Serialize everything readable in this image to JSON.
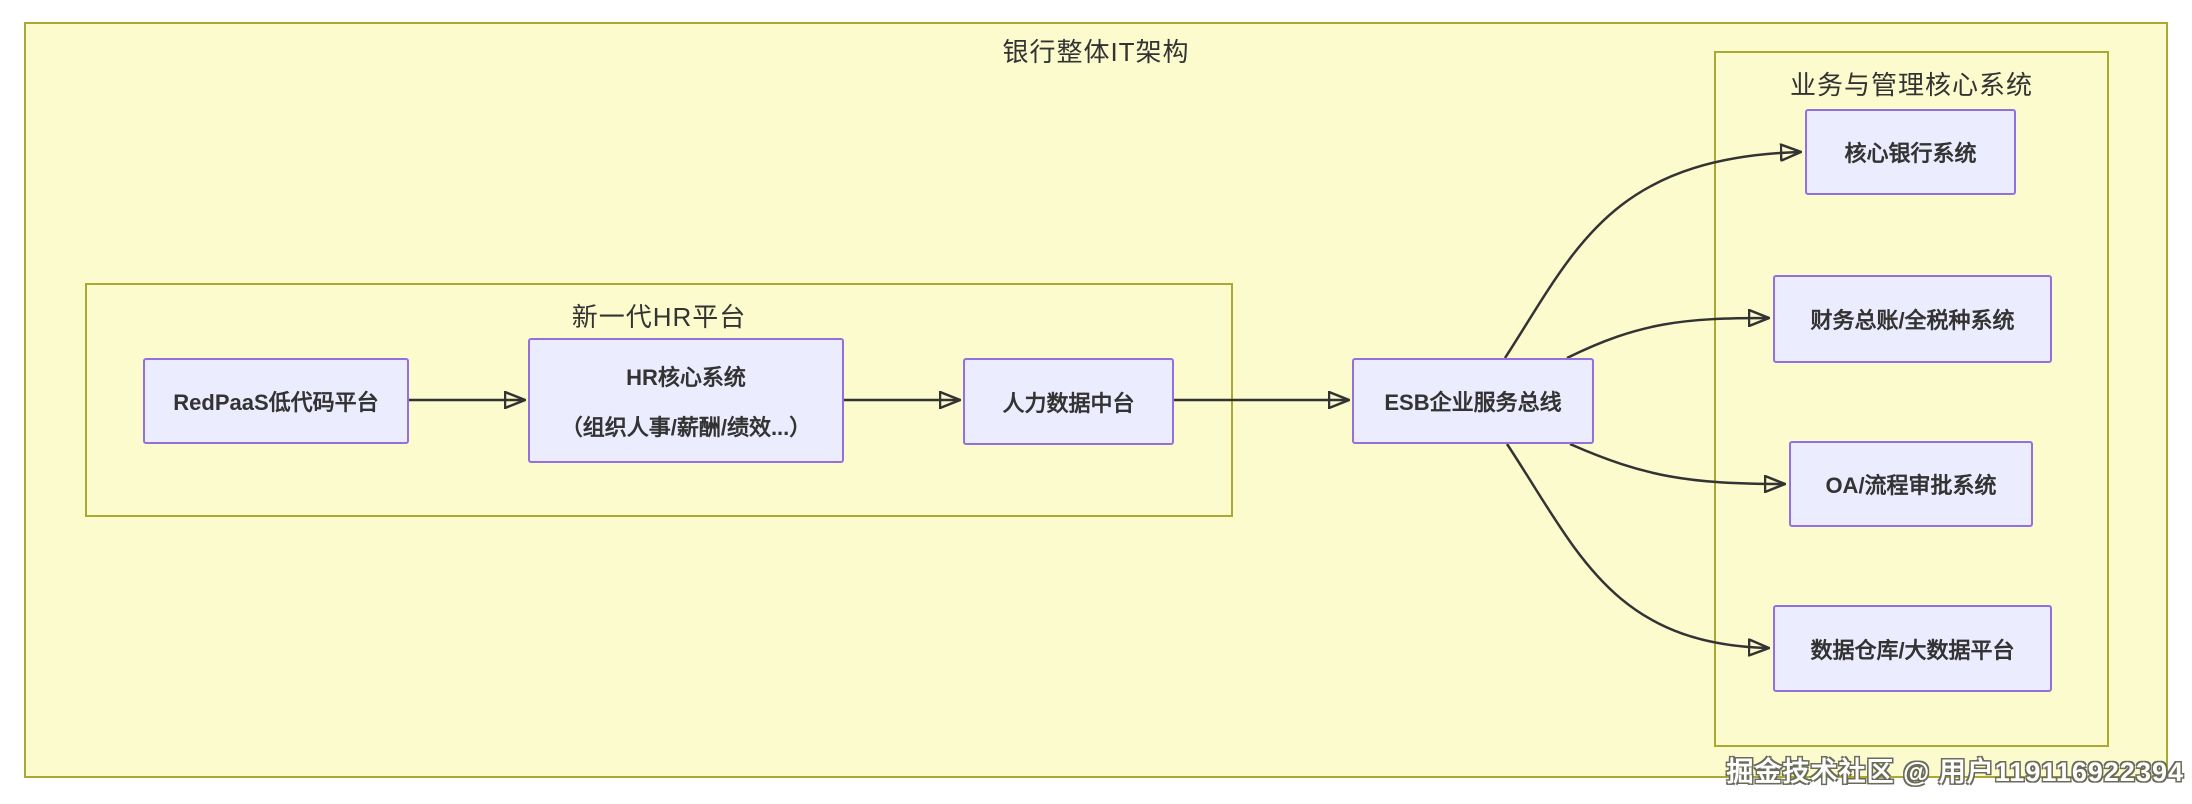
{
  "diagram": {
    "title": "银行整体IT架构",
    "groups": {
      "hr_platform": {
        "title": "新一代HR平台"
      },
      "core_systems": {
        "title": "业务与管理核心系统"
      }
    },
    "nodes": {
      "redpaas": {
        "label": "RedPaaS低代码平台"
      },
      "hr_core": {
        "line1": "HR核心系统",
        "line2": "（组织人事/薪酬/绩效...）"
      },
      "hr_data_platform": {
        "label": "人力数据中台"
      },
      "esb": {
        "label": "ESB企业服务总线"
      },
      "core_banking": {
        "label": "核心银行系统"
      },
      "finance_ledger": {
        "label": "财务总账/全税种系统"
      },
      "oa_approval": {
        "label": "OA/流程审批系统"
      },
      "data_warehouse": {
        "label": "数据仓库/大数据平台"
      }
    },
    "edges": [
      {
        "from": "RedPaaS低代码平台",
        "to": "HR核心系统（组织人事/薪酬/绩效...）"
      },
      {
        "from": "HR核心系统（组织人事/薪酬/绩效...）",
        "to": "人力数据中台"
      },
      {
        "from": "人力数据中台",
        "to": "ESB企业服务总线"
      },
      {
        "from": "ESB企业服务总线",
        "to": "核心银行系统"
      },
      {
        "from": "ESB企业服务总线",
        "to": "财务总账/全税种系统"
      },
      {
        "from": "ESB企业服务总线",
        "to": "OA/流程审批系统"
      },
      {
        "from": "ESB企业服务总线",
        "to": "数据仓库/大数据平台"
      }
    ],
    "watermark": "掘金技术社区 @ 用户119116922394",
    "colors": {
      "canvas_bg": "#ffffff",
      "container_fill": "#fbfbce",
      "container_border": "#a9a933",
      "node_fill": "#ececff",
      "node_border": "#9370db",
      "edge": "#333333",
      "text": "#333333",
      "watermark_fill": "#ffffff",
      "watermark_outline": "#6b6b5a"
    }
  }
}
